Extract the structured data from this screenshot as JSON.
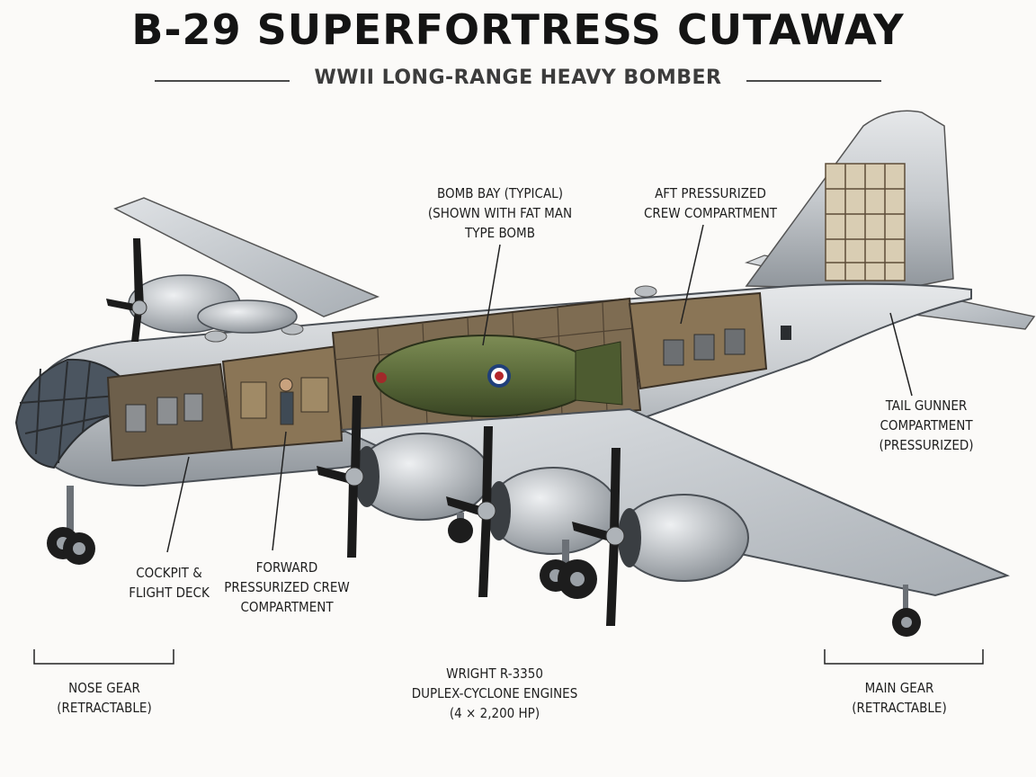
{
  "header": {
    "title": "B-29 SUPERFORTRESS CUTAWAY",
    "subtitle": "WWII LONG-RANGE HEAVY BOMBER"
  },
  "labels": {
    "bomb_bay": [
      "BOMB BAY (TYPICAL)",
      "(SHOWN WITH FAT MAN",
      "TYPE BOMB"
    ],
    "aft_compartment": [
      "AFT PRESSURIZED",
      "CREW COMPARTMENT"
    ],
    "tail_gunner": [
      "TAIL GUNNER",
      "COMPARTMENT",
      "(PRESSURIZED)"
    ],
    "cockpit": [
      "COCKPIT &",
      "FLIGHT DECK"
    ],
    "forward_compartment": [
      "FORWARD",
      "PRESSURIZED CREW",
      "COMPARTMENT"
    ],
    "nose_gear": [
      "NOSE GEAR",
      "(RETRACTABLE)"
    ],
    "engines": [
      "WRIGHT R-3350",
      "DUPLEX-CYCLONE ENGINES",
      "(4 × 2,200 HP)"
    ],
    "main_gear": [
      "MAIN GEAR",
      "(RETRACTABLE)"
    ]
  },
  "colors": {
    "fuselage": "#c9cccf",
    "interior": "#7a6a52",
    "bomb": "#5b6b3a",
    "roundel_red": "#b3262b",
    "roundel_blue": "#1f3f7a"
  }
}
